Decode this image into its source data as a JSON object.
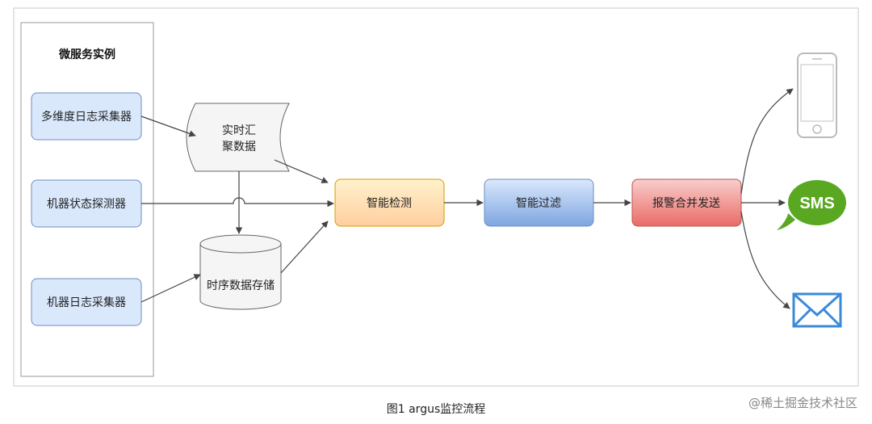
{
  "group_title": "微服务实例",
  "collectors": [
    "多维度日志采集器",
    "机器状态探测器",
    "机器日志采集器"
  ],
  "aggregate_lines": [
    "实时汇",
    "聚数据"
  ],
  "storage": "时序数据存储",
  "steps": [
    "智能检测",
    "智能过滤",
    "报警合并发送"
  ],
  "sms_label": "SMS",
  "caption": "图1 argus监控流程",
  "watermark": "@稀土掘金技术社区",
  "icons": [
    "phone-icon",
    "sms-icon",
    "mail-icon"
  ],
  "colors": {
    "blue_fill": "#dae8fc",
    "blue_stroke": "#6c8ebf",
    "orange_fill": "#ffe6cc",
    "orange_stroke": "#d79b00",
    "red_fill": "#f8cecc",
    "red_stroke": "#b85450",
    "sms_green": "#5aa822",
    "mail_blue": "#3b8ad9"
  }
}
